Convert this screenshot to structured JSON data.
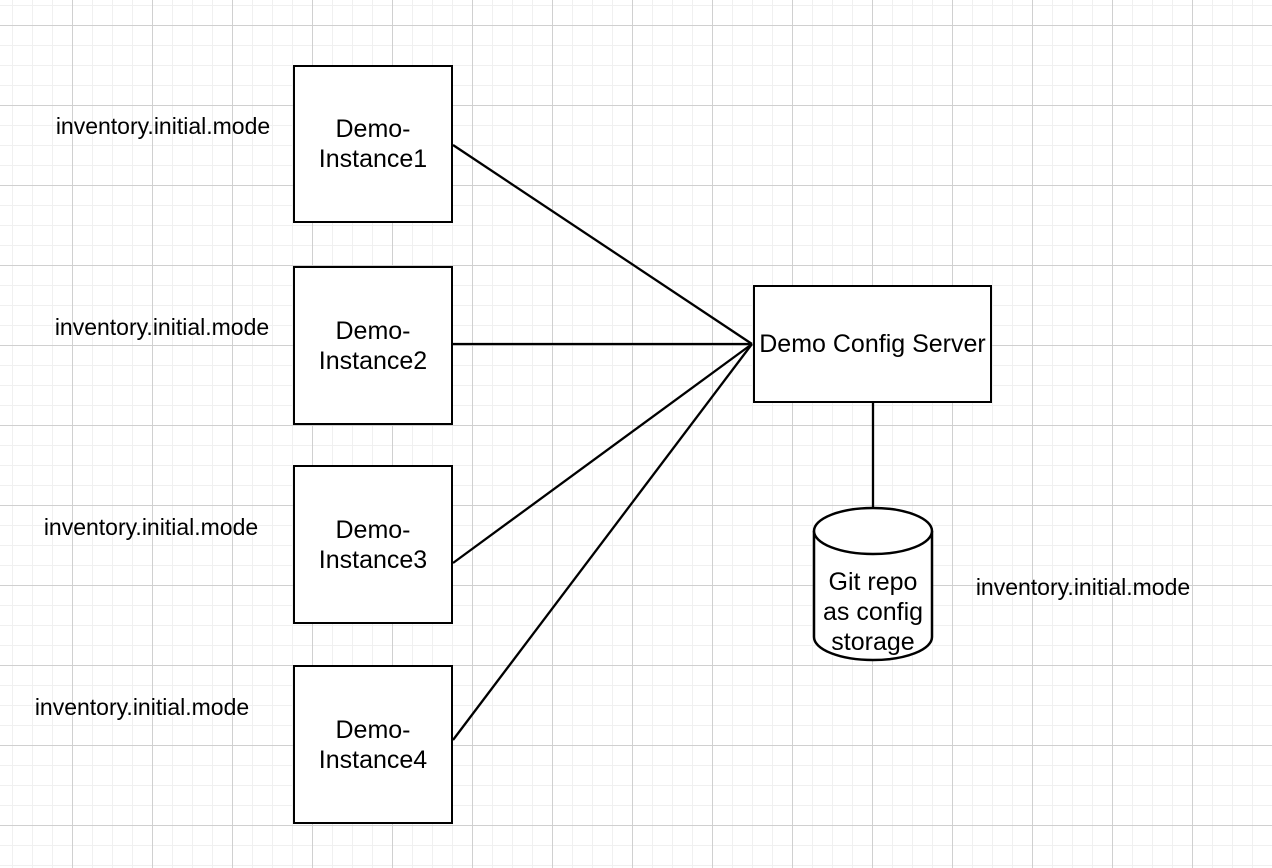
{
  "colors": {
    "background": "#ffffff",
    "grid_minor": "#f0f0f0",
    "grid_major": "#d0d0d0",
    "shape_stroke": "#000000",
    "shape_fill": "#ffffff",
    "text": "#000000"
  },
  "diagram": {
    "instances": [
      {
        "label": "Demo-\nInstance1",
        "annotation": "inventory.initial.mode"
      },
      {
        "label": "Demo-\nInstance2",
        "annotation": "inventory.initial.mode"
      },
      {
        "label": "Demo-\nInstance3",
        "annotation": "inventory.initial.mode"
      },
      {
        "label": "Demo-\nInstance4",
        "annotation": "inventory.initial.mode"
      }
    ],
    "server": {
      "label": "Demo Config Server"
    },
    "storage": {
      "label": "Git repo\nas config\nstorage",
      "annotation": "inventory.initial.mode"
    }
  }
}
